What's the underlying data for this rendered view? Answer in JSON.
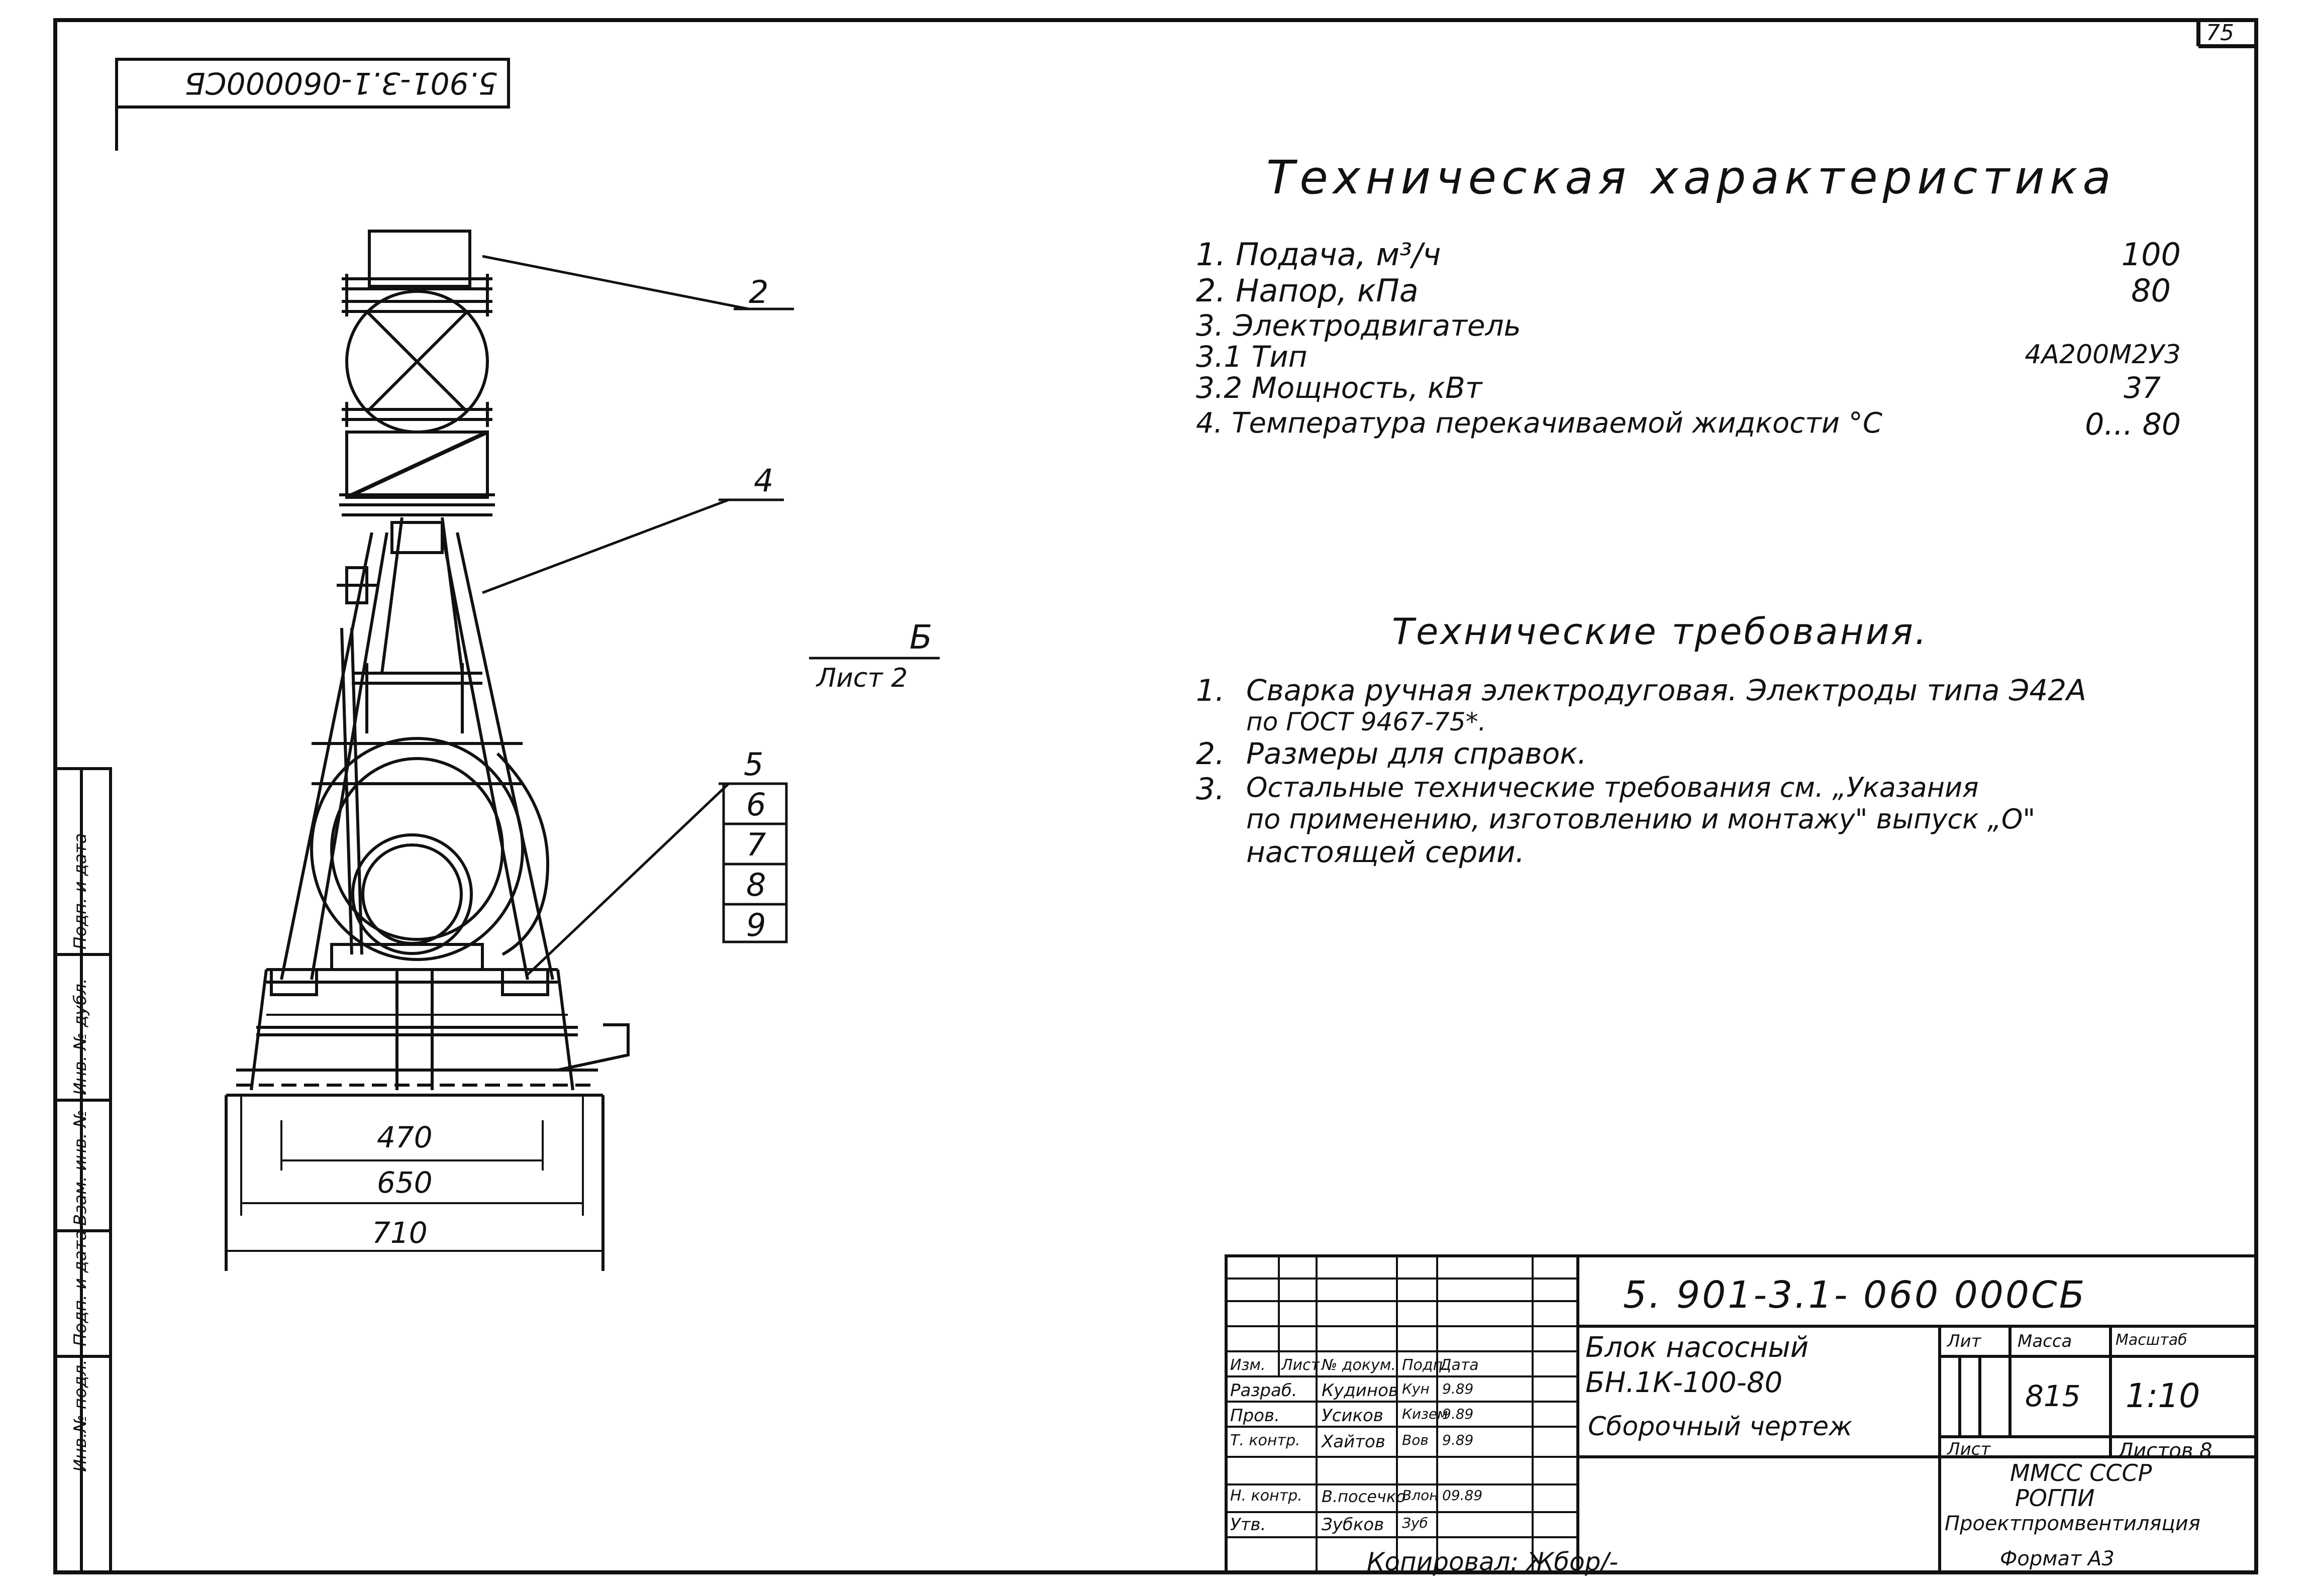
{
  "sheet": {
    "sheet_number": "75",
    "stamp_code_rotated": "5.901-3.1-060000СБ",
    "doc_code": "5. 901-3.1- 060 000СБ",
    "copied_by": "Копировал: Жбор/-",
    "format": "Формат А3"
  },
  "tech_characteristics": {
    "title": "Техническая характеристика",
    "rows": [
      {
        "label": "1. Подача, м³/ч",
        "value": "100"
      },
      {
        "label": "2. Напор, кПа",
        "value": "80"
      },
      {
        "label": "3. Электродвигатель",
        "value": ""
      },
      {
        "label": "3.1 Тип",
        "value": "4А200М2У3"
      },
      {
        "label": "3.2 Мощность, кВт",
        "value": "37"
      },
      {
        "label": "4. Температура перекачиваемой жидкости °С",
        "value": "0... 80"
      }
    ]
  },
  "tech_requirements": {
    "title": "Технические требования.",
    "items": [
      {
        "num": "1.",
        "lines": [
          "Сварка ручная электродуговая. Электроды типа Э42А",
          "по ГОСТ 9467-75*."
        ]
      },
      {
        "num": "2.",
        "lines": [
          "Размеры для справок."
        ]
      },
      {
        "num": "3.",
        "lines": [
          "Остальные технические требования см. „Указания",
          "по применению, изготовлению и монтажу\" выпуск „О\"",
          "настоящей серии."
        ]
      }
    ]
  },
  "drawing": {
    "callouts": {
      "c2": "2",
      "c4": "4",
      "c5": "5",
      "c6": "6",
      "c7": "7",
      "c8": "8",
      "c9": "9"
    },
    "view_ref": {
      "number": "Б",
      "sheet": "Лист 2"
    },
    "dims": {
      "d470": "470",
      "d650": "650",
      "d710": "710"
    }
  },
  "side_strip": {
    "labels": [
      "Инв.№ подл.",
      "Подп. и дата",
      "Взам. инв. №",
      "Инв. № дубл.",
      "Подп. и дата"
    ]
  },
  "title_block": {
    "name_line1": "Блок насосный",
    "name_line2": "БН.1К-100-80",
    "name_line3": "Сборочный чертеж",
    "header_lit": "Лит",
    "header_mass": "Масса",
    "header_scale": "Масштаб",
    "mass": "815",
    "scale": "1:10",
    "sheet_label": "Лист",
    "sheets_label": "Листов 8",
    "org1": "ММСС СССР",
    "org2": "РОГПИ",
    "org3": "Проектпромвентиляция",
    "col_headers": [
      "Изм.",
      "Лист",
      "№ докум.",
      "Подп.",
      "Дата"
    ],
    "signatures": [
      {
        "role": "Разраб.",
        "name": "Кудинов",
        "sign": "Кун",
        "date": "9.89"
      },
      {
        "role": "Пров.",
        "name": "Усиков",
        "sign": "Кизем",
        "date": "9.89"
      },
      {
        "role": "Т. контр.",
        "name": "Хайтов",
        "sign": "Вов",
        "date": "9.89"
      },
      {
        "role": "Н. контр.",
        "name": "В.посечко",
        "sign": "Влон",
        "date": "09.89"
      },
      {
        "role": "Утв.",
        "name": "Зубков",
        "sign": "Зуб",
        "date": ""
      }
    ]
  }
}
